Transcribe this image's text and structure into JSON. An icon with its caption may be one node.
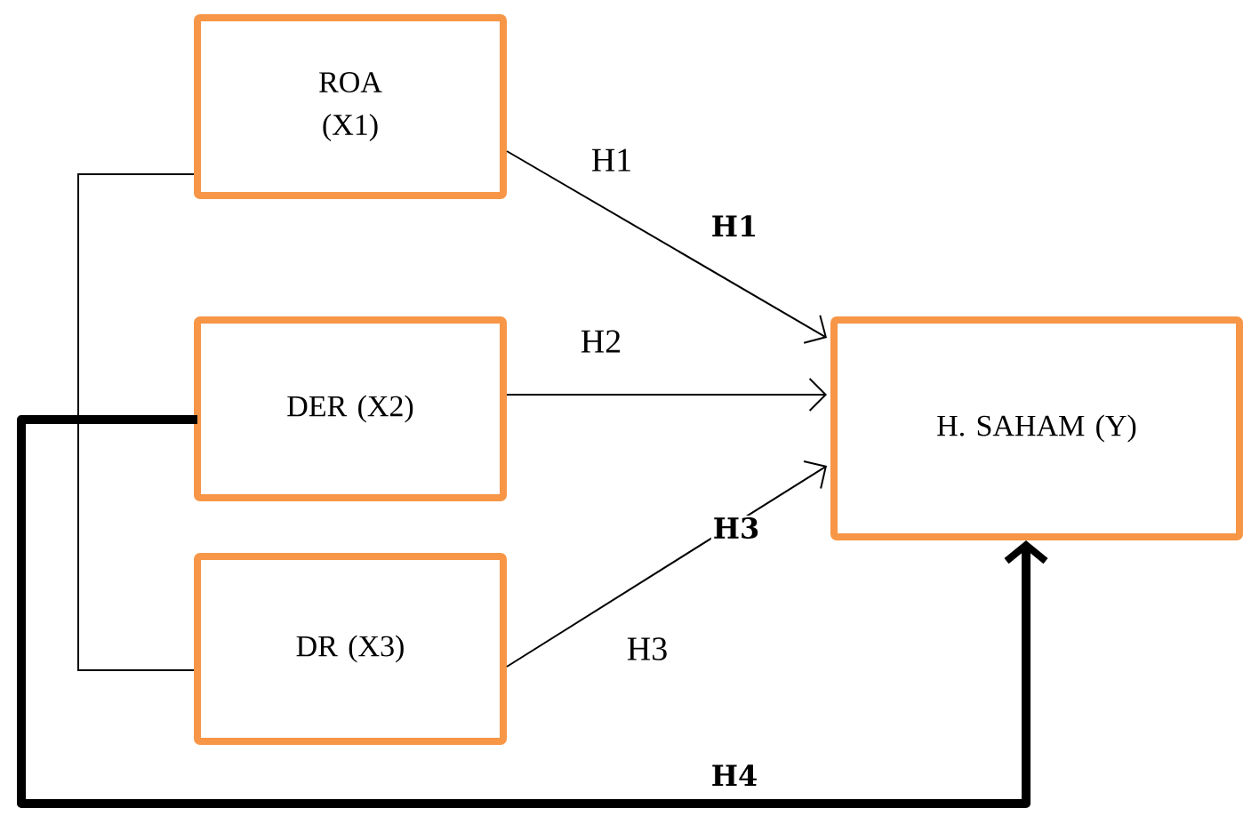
{
  "diagram": {
    "nodes": [
      {
        "text": [
          "ROA (X1)"
        ]
      },
      {
        "text": [
          "DER (X2)"
        ]
      },
      {
        "text": [
          "DR (X3)"
        ]
      },
      {
        "text": [
          "H. SAHAM (Y)"
        ]
      }
    ],
    "edges": [
      {
        "from": 0,
        "to": 3,
        "arrow": "to",
        "label": "H1"
      },
      {
        "from": 1,
        "to": 3,
        "arrow": "to",
        "label": "H2"
      },
      {
        "from": 2,
        "to": 3,
        "arrow": "to",
        "label": "H3"
      },
      {
        "from": 0,
        "to": 2,
        "arrow": "none"
      },
      {
        "from": 1,
        "to": 3,
        "arrow": "to",
        "label": "H4",
        "style": "thick"
      }
    ],
    "labels": [
      "H1",
      "H3"
    ]
  }
}
